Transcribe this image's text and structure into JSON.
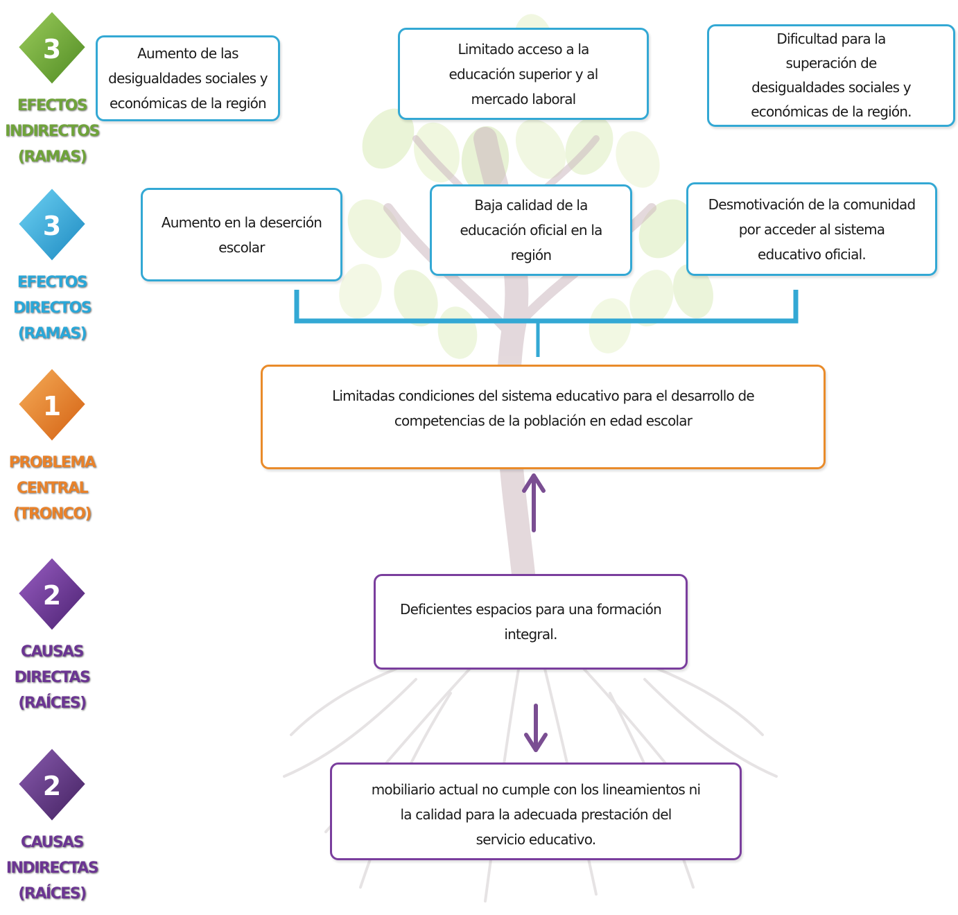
{
  "colors": {
    "green": "#6fa33a",
    "blue": "#2aa7d8",
    "orange": "#e9822a",
    "purple": "#6b3592",
    "box_blue": "#33a8d4",
    "box_orange": "#e98b2a",
    "box_purple": "#7a3e9d"
  },
  "legend": [
    {
      "number": "3",
      "lines": [
        "EFECTOS",
        "INDIRECTOS",
        "(RAMAS)"
      ],
      "color": "green"
    },
    {
      "number": "3",
      "lines": [
        "EFECTOS",
        "DIRECTOS",
        "(RAMAS)"
      ],
      "color": "blue"
    },
    {
      "number": "1",
      "lines": [
        "PROBLEMA",
        "CENTRAL",
        "(TRONCO)"
      ],
      "color": "orange"
    },
    {
      "number": "2",
      "lines": [
        "CAUSAS",
        "DIRECTAS",
        "(RAÍCES)"
      ],
      "color": "purple"
    },
    {
      "number": "2",
      "lines": [
        "CAUSAS",
        "INDIRECTAS",
        "(RAÍCES)"
      ],
      "color": "purple"
    }
  ],
  "indirect_effects": [
    [
      "Aumento de las",
      "desigualdades sociales y",
      "económicas de la región"
    ],
    [
      "Limitado acceso a la",
      "educación superior y al",
      "mercado laboral"
    ],
    [
      "Dificultad para la",
      "superación de",
      "desigualdades sociales y",
      "económicas de la región."
    ]
  ],
  "direct_effects": [
    [
      "Aumento en la deserción",
      "escolar"
    ],
    [
      "Baja calidad de la",
      "educación oficial en la",
      "región"
    ],
    [
      "Desmotivación de la comunidad",
      "por acceder al sistema",
      "educativo oficial."
    ]
  ],
  "central_problem": [
    "Limitadas condiciones del sistema educativo para el desarrollo de",
    "competencias de la población en edad escolar"
  ],
  "direct_cause": [
    "Deficientes espacios para una formación",
    "integral."
  ],
  "indirect_cause": [
    "mobiliario actual no cumple con los lineamientos ni",
    "la calidad para la adecuada prestación del",
    "servicio educativo."
  ]
}
